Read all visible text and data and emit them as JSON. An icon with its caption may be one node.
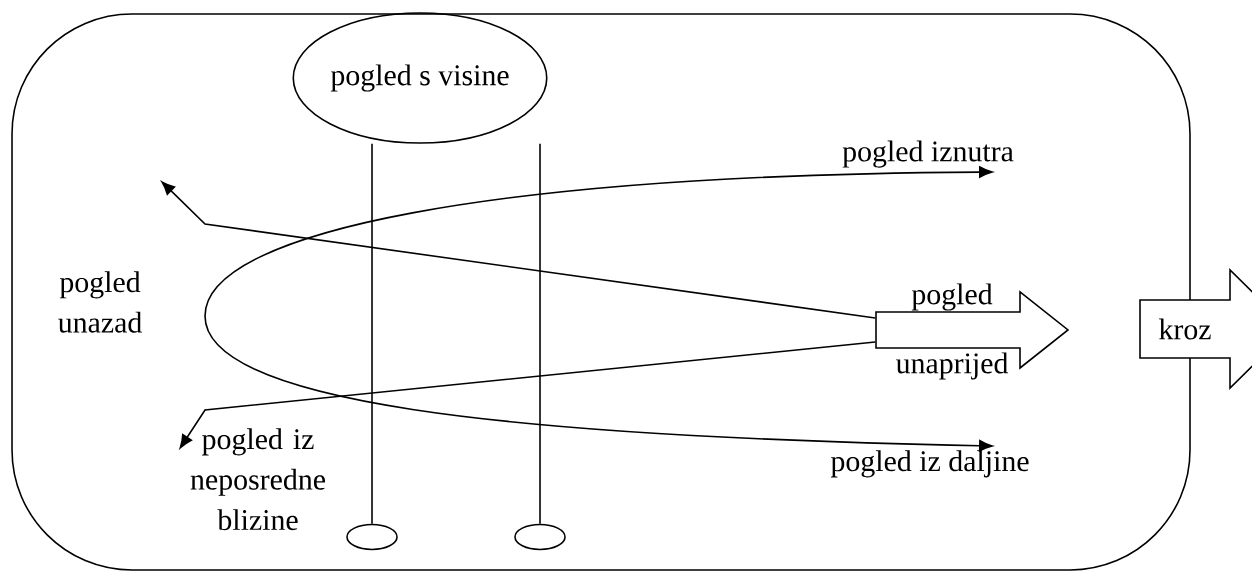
{
  "diagram": {
    "nodes": [
      {
        "text": [
          "pogled s visine"
        ]
      },
      {
        "text": [
          "pogled iznutra"
        ]
      },
      {
        "text": [
          "pogled",
          "unaprijed"
        ]
      },
      {
        "text": [
          "kroz"
        ]
      },
      {
        "text": [
          "pogled iz neposredne blizine"
        ]
      },
      {
        "text": [
          "pogled iz daljine"
        ]
      },
      {
        "text": [],
        "shape": "ellipse"
      },
      {
        "text": [],
        "shape": "ellipse"
      }
    ],
    "edges": [
      {
        "from": 0,
        "to": 6,
        "arrow": "none"
      },
      {
        "from": 0,
        "to": 7,
        "arrow": "none"
      },
      {
        "from": 1,
        "to": 5,
        "arrow": "both"
      },
      {
        "from": 2,
        "to": null,
        "arrow": "to"
      },
      {
        "from": 2,
        "to": 4,
        "arrow": "to"
      }
    ],
    "labels": [
      "pogled unazad"
    ]
  }
}
